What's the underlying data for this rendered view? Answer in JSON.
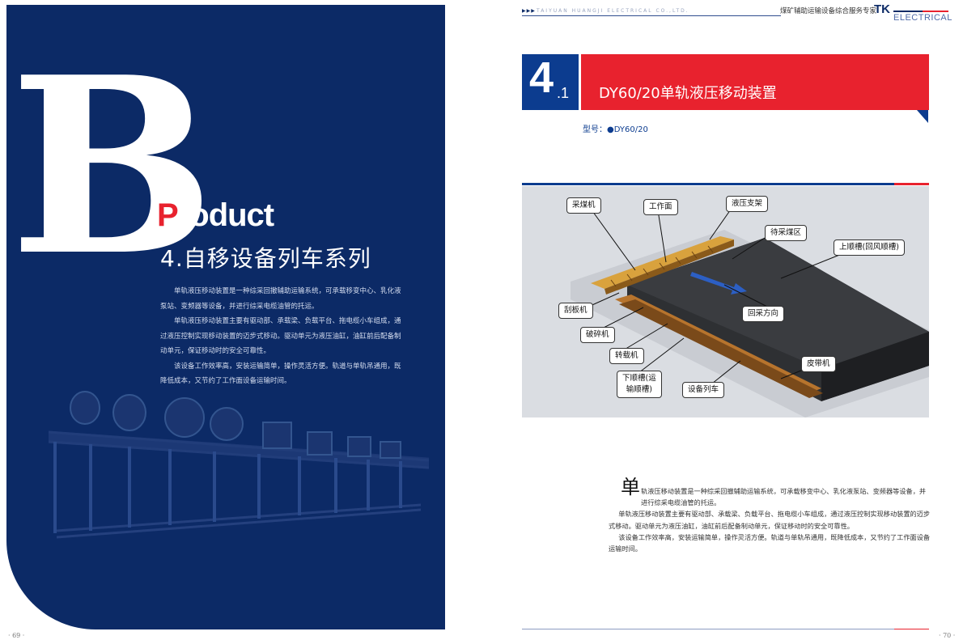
{
  "left_page": {
    "big_letter": "B",
    "product_title_first": "P",
    "product_title_rest": "roduct",
    "series_title": "4.自移设备列车系列",
    "paragraphs": [
      "单轨液压移动装置是一种综采回撤辅助运输系统，可承载移变中心、乳化液泵站、变频器等设备，并进行综采电缆油管的托运。",
      "单轨液压移动装置主要有驱动部、承载梁、负载平台、拖电缆小车组成，通过液压控制实现移动装置的迈步式移动。驱动单元为液压油缸，油缸前后配备制动单元，保证移动时的安全可靠性。",
      "该设备工作效率高，安装运输简单，操作灵活方便。轨道与单轨吊通用，既降低成本，又节约了工作面设备运输时间。"
    ],
    "page_number": "· 69 ·"
  },
  "right_page": {
    "header": {
      "dots": "▶▶▶",
      "company": "TAIYUAN HUANGJI ELECTRICAL CO.,LTD.",
      "slogan": "煤矿辅助运输设备综合服务专家",
      "brand": "TK",
      "brand_sub": "ELECTRICAL"
    },
    "section": {
      "number": "4",
      "sub_number": ".1",
      "title": "DY60/20单轨液压移动装置",
      "model_label": "型号：",
      "model_value": "●DY60/20"
    },
    "diagram_labels": {
      "shearer": "采煤机",
      "working_face": "工作面",
      "hydraulic_support": "液压支架",
      "coal_zone": "待采煤区",
      "upper_trough": "上顺槽(回风顺槽)",
      "scraper": "刮板机",
      "retreat_direction": "回采方向",
      "crusher": "破碎机",
      "transfer": "转载机",
      "belt": "皮带机",
      "lower_trough": "下顺槽(运\n输顺槽)",
      "equipment_train": "设备列车"
    },
    "body": {
      "drop_cap": "单",
      "first_paragraph": "轨液压移动装置是一种综采回撤辅助运输系统，可承载移变中心、乳化液泵站、变频器等设备，并进行综采电缆油管的托运。",
      "paragraphs": [
        "单轨液压移动装置主要有驱动部、承载梁、负载平台、拖电缆小车组成，通过液压控制实现移动装置的迈步式移动。驱动单元为液压油缸，油缸前后配备制动单元，保证移动时的安全可靠性。",
        "该设备工作效率高，安装运输简单，操作灵活方便。轨道与单轨吊通用，既降低成本，又节约了工作面设备运输时间。"
      ]
    },
    "page_number": "· 70 ·"
  },
  "colors": {
    "navy": "#0c2a66",
    "blue": "#0c3c8f",
    "red": "#e8222e"
  }
}
